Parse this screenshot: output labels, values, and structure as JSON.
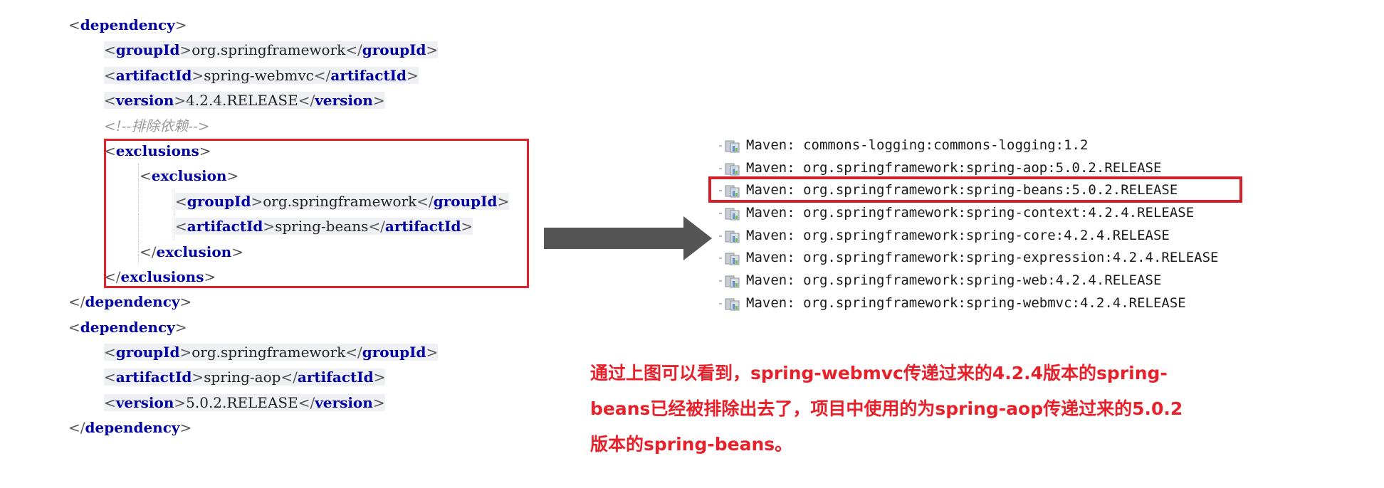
{
  "xml": {
    "lines": [
      {
        "indent": 0,
        "open": "dependency"
      },
      {
        "indent": 1,
        "open": "groupId",
        "text": "org.springframework",
        "close": "groupId"
      },
      {
        "indent": 1,
        "open": "artifactId",
        "text": "spring-webmvc",
        "close": "artifactId"
      },
      {
        "indent": 1,
        "open": "version",
        "text": "4.2.4.RELEASE",
        "close": "version"
      },
      {
        "indent": 1,
        "comment": "<!--排除依赖-->"
      },
      {
        "indent": 1,
        "open": "exclusions"
      },
      {
        "indent": 2,
        "open": "exclusion"
      },
      {
        "indent": 3,
        "open": "groupId",
        "text": "org.springframework",
        "close": "groupId"
      },
      {
        "indent": 3,
        "open": "artifactId",
        "text": "spring-beans",
        "close": "artifactId"
      },
      {
        "indent": 2,
        "close": "exclusion"
      },
      {
        "indent": 1,
        "close": "exclusions"
      },
      {
        "indent": 0,
        "close": "dependency"
      },
      {
        "indent": 0,
        "open": "dependency"
      },
      {
        "indent": 1,
        "open": "groupId",
        "text": "org.springframework",
        "close": "groupId"
      },
      {
        "indent": 1,
        "open": "artifactId",
        "text": "spring-aop",
        "close": "artifactId"
      },
      {
        "indent": 1,
        "open": "version",
        "text": "5.0.2.RELEASE",
        "close": "version"
      },
      {
        "indent": 0,
        "close": "dependency"
      }
    ]
  },
  "libraries": [
    "Maven: commons-logging:commons-logging:1.2",
    "Maven: org.springframework:spring-aop:5.0.2.RELEASE",
    "Maven: org.springframework:spring-beans:5.0.2.RELEASE",
    "Maven: org.springframework:spring-context:4.2.4.RELEASE",
    "Maven: org.springframework:spring-core:4.2.4.RELEASE",
    "Maven: org.springframework:spring-expression:4.2.4.RELEASE",
    "Maven: org.springframework:spring-web:4.2.4.RELEASE",
    "Maven: org.springframework:spring-webmvc:4.2.4.RELEASE"
  ],
  "highlight_library_index": 2,
  "note": {
    "line1": "通过上图可以看到，spring-webmvc传递过来的4.2.4版本的spring-",
    "line2": "beans已经被排除出去了，项目中使用的为spring-aop传递过来的5.0.2",
    "line3": "版本的spring-beans。"
  },
  "colors": {
    "tag": "#0000a0",
    "highlight_box": "#e0202a",
    "note_text": "#e8202a",
    "arrow": "#555555"
  }
}
